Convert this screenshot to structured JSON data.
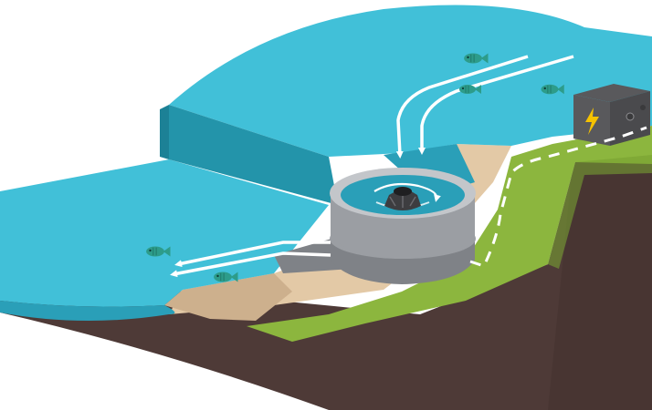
{
  "diagram": {
    "subject": "vortex-hydro-turbine-installation",
    "colors": {
      "water_surface": "#41c0d8",
      "water_front": "#2a9fb8",
      "water_dam_front": "#2394aa",
      "water_dark_face": "#1c8196",
      "sand": "#e3c9a6",
      "sand_dark": "#cdb08d",
      "grass": "#8cb63e",
      "grass_dark": "#78a032",
      "soil": "#4e3a37",
      "soil_dark": "#3f2e2c",
      "turbine_steel": "#9b9ea3",
      "turbine_steel_dark": "#7f8287",
      "turbine_rim": "#c3c6ca",
      "generator_box": "#59595c",
      "lightning": "#f5c200",
      "flow_arrow": "#ffffff",
      "fish": "#2d9c8a",
      "cable": "#ffffff"
    },
    "icons": [
      "lightning-bolt-icon",
      "fish-icon",
      "flow-arrow-icon",
      "rotation-arrow-icon"
    ],
    "components": [
      "upper-reservoir",
      "lower-river",
      "weir-step",
      "vortex-turbine-basin",
      "turbine-rotor",
      "generator-housing",
      "power-cable",
      "sand-bank",
      "grass-bank",
      "earth-cross-section"
    ]
  }
}
